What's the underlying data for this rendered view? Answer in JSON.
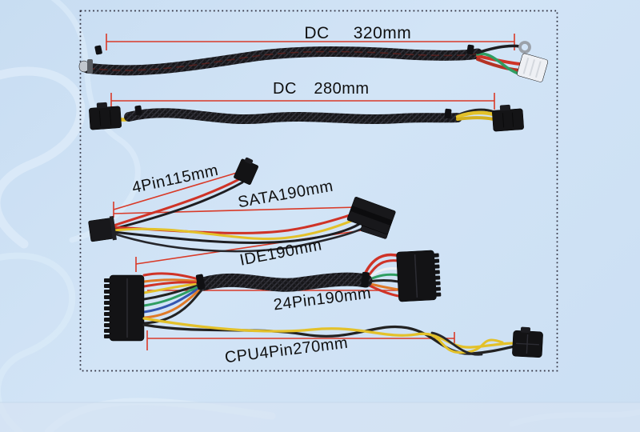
{
  "image_kind": "psu-cable-length-product-photo",
  "cables": [
    {
      "id": "dc-barrel-320",
      "label": "DC",
      "length": "320mm"
    },
    {
      "id": "dc-4pin-280",
      "label": "DC",
      "length": "280mm"
    },
    {
      "id": "floppy-4pin-115",
      "length": "4Pin115mm"
    },
    {
      "id": "sata-190",
      "length": "SATA190mm"
    },
    {
      "id": "ide-190",
      "length": "IDE190mm"
    },
    {
      "id": "atx-24pin-190",
      "length": "24Pin190mm"
    },
    {
      "id": "cpu-4pin-270",
      "length": "CPU4Pin270mm"
    }
  ],
  "colors": {
    "background": "#cfe2f4",
    "swirl_light": "#e6f1fb",
    "border_dots": "#30303f",
    "dimension_line": "#d93a28",
    "label_text": "#101010",
    "cable_sleeve": "#17171a",
    "wire_red": "#cf3327",
    "wire_yellow": "#e3c12a",
    "wire_orange": "#e07a28",
    "wire_green": "#2f9e62",
    "wire_black": "#222222",
    "wire_white": "#eef0f4",
    "connector_black": "#141416",
    "connector_white": "#eef0f4",
    "metal": "#b9bec6"
  }
}
